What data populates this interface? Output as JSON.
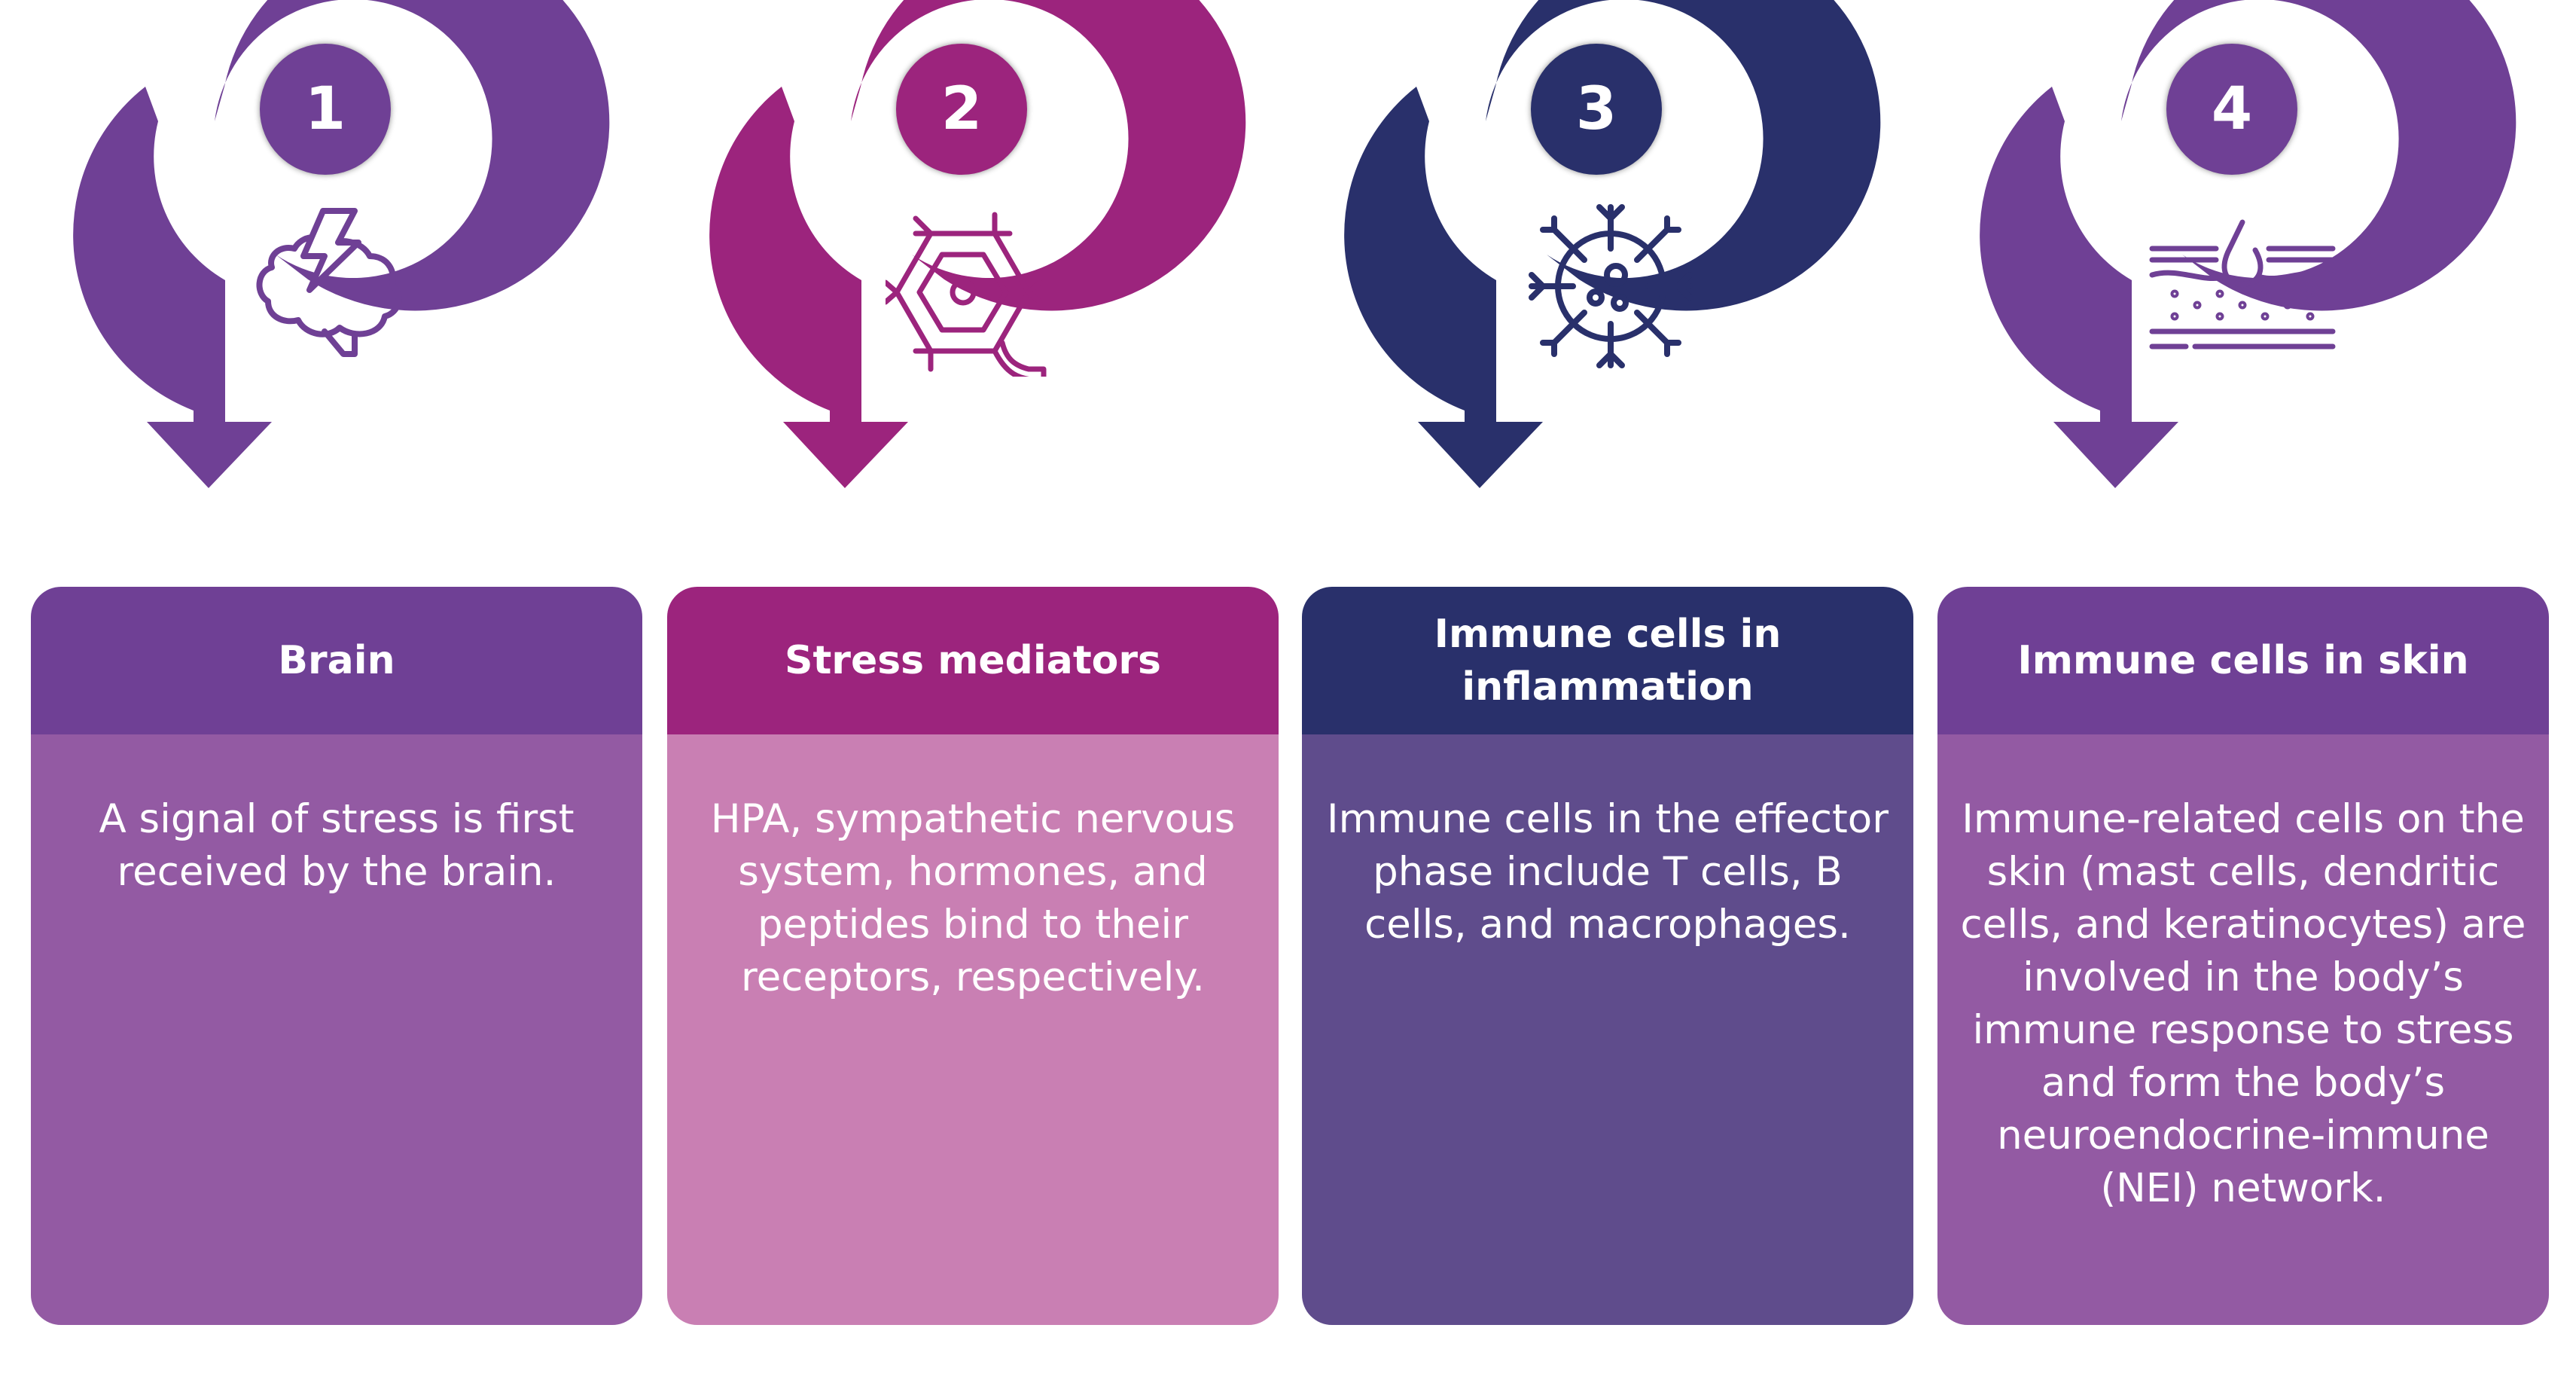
{
  "title": "Stress-immune pathway to skin",
  "colors": {
    "purple": "#6f4095",
    "purple_light": "#935aa3",
    "magenta": "#9c247d",
    "pink_light": "#c97fb3",
    "navy": "#29306b",
    "navy_light": "#5f4c8c",
    "white": "#ffffff"
  },
  "steps": [
    {
      "number": "1",
      "icon": "brain-lightning-icon",
      "title": "Brain",
      "body": "A signal of stress is first received by the brain.",
      "color": "#6f4095",
      "body_color": "#935aa3"
    },
    {
      "number": "2",
      "icon": "neuron-cell-icon",
      "title": "Stress mediators",
      "body": "HPA, sympathetic nervous system, hormones, and peptides bind to their receptors, respectively.",
      "color": "#9c247d",
      "body_color": "#c97fb3"
    },
    {
      "number": "3",
      "icon": "immune-cell-icon",
      "title": "Immune cells in inflammation",
      "body": "Immune cells in the effector phase include T cells, B cells, and macrophages.",
      "color": "#29306b",
      "body_color": "#5f4c8c"
    },
    {
      "number": "4",
      "icon": "skin-layers-drop-icon",
      "title": "Immune cells in skin",
      "body": "Immune-related cells on the skin (mast cells, dendritic cells, and keratinocytes) are involved in the body’s immune response to stress and form the body’s neuroendocrine-immune (NEI) network.",
      "color": "#6f4095",
      "body_color": "#935aa3"
    }
  ]
}
